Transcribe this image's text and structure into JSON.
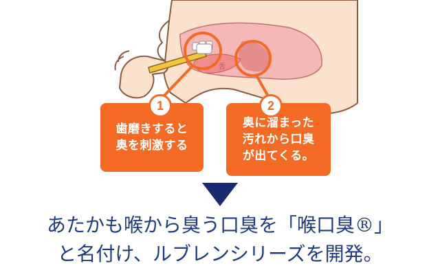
{
  "callout_1": {
    "number": "1",
    "text": "歯磨きすると\n奥を刺激する"
  },
  "callout_2": {
    "number": "2",
    "text": "奥に溜まった\n汚れから口臭\nが出てくる。"
  },
  "tongue_label": "舌",
  "headline": {
    "line1": "あたかも喉から臭う口臭を「喉口臭®」",
    "line2": "と名付け、ルブレンシリーズを開発。"
  },
  "colors": {
    "accent_orange": "#f26a24",
    "navy_arrow": "#1a2a6e",
    "headline_blue": "#1f3b7d",
    "skin": "#fbe2cf",
    "mouth_pink": "#f4b8b8"
  },
  "icons": [
    "toothbrush-icon",
    "hand-icon",
    "down-triangle-icon"
  ]
}
